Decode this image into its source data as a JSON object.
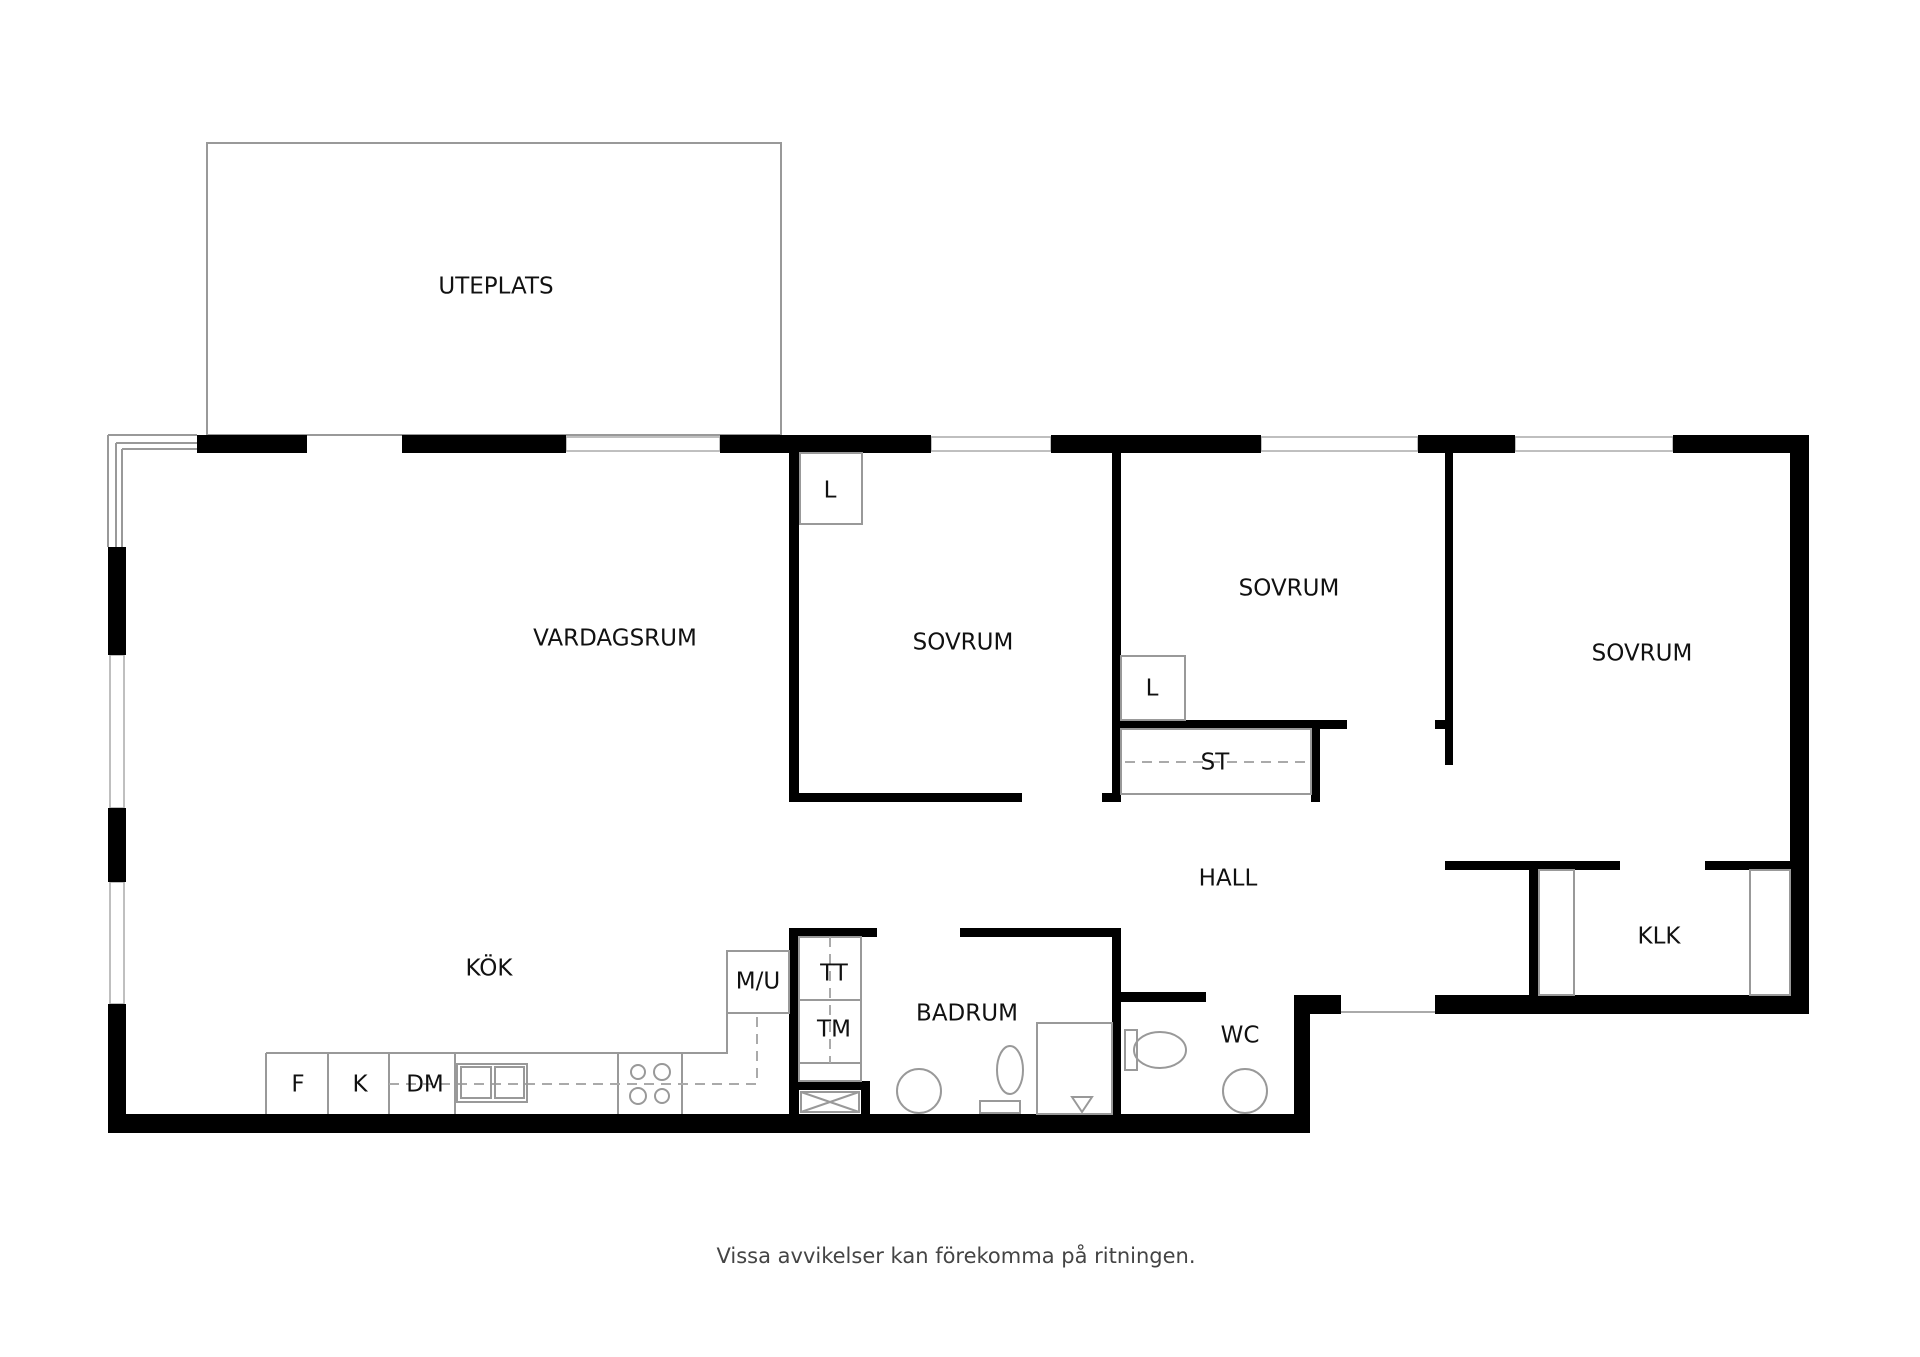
{
  "rooms": {
    "uteplats": "UTEPLATS",
    "vardagsrum": "VARDAGSRUM",
    "sovrum_1": "SOVRUM",
    "sovrum_2": "SOVRUM",
    "sovrum_3": "SOVRUM",
    "hall": "HALL",
    "klk": "KLK",
    "kok": "KÖK",
    "badrum": "BADRUM",
    "wc": "WC",
    "st": "ST"
  },
  "fixtures": {
    "l_1": "L",
    "l_2": "L",
    "mu": "M/U",
    "tt": "TT",
    "tm": "TM",
    "f": "F",
    "k": "K",
    "dm": "DM"
  },
  "footer": "Vissa avvikelser kan förekomma på ritningen."
}
